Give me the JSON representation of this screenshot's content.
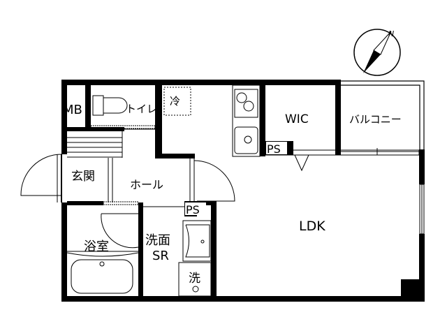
{
  "colors": {
    "wall": "#000000",
    "background": "#ffffff",
    "fixture": "#555555"
  },
  "compass": {
    "label": "N",
    "icon": "north-arrow-icon"
  },
  "rooms": {
    "mb": "MB",
    "toilet": "トイレ",
    "fridge": "冷",
    "wic": "WIC",
    "balcony": "バルコニー",
    "ps_kitchen": "PS",
    "entrance": "玄関",
    "hall": "ホール",
    "ps_wash": "PS",
    "ldk": "LDK",
    "washroom": "洗面",
    "washroom_sr": "SR",
    "bathroom": "浴室",
    "washer": "洗"
  }
}
